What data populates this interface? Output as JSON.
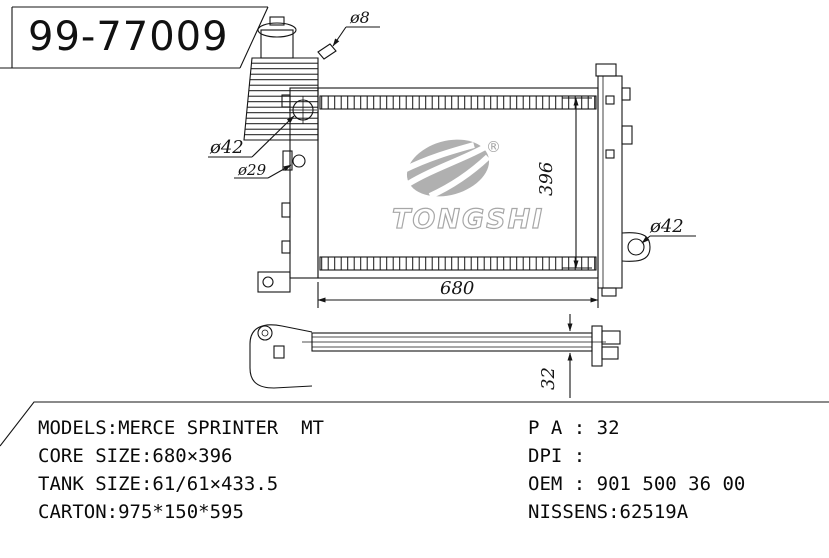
{
  "meta": {
    "ink_color": "#141414",
    "logo_gray": "#9e9e9e",
    "background": "#ffffff"
  },
  "title_block": {
    "part_number": "99-77009"
  },
  "logo": {
    "brand": "TONGSHI",
    "registered_mark": "®"
  },
  "drawing": {
    "dims": {
      "top_nipple": "ø8",
      "left_inlet": "ø42",
      "left_small": "ø29",
      "core_height": "396",
      "core_width": "680",
      "right_outlet": "ø42",
      "side_thickness": "32"
    }
  },
  "specs": {
    "left": [
      {
        "label": "MODELS:",
        "value": "MERCE SPRINTER  MT"
      },
      {
        "label": "CORE SIZE:",
        "value": "680×396"
      },
      {
        "label": "TANK SIZE:",
        "value": "61/61×433.5"
      },
      {
        "label": "CARTON:",
        "value": "975*150*595"
      }
    ],
    "right": [
      {
        "label": "P A : ",
        "value": "32"
      },
      {
        "label": "DPI : ",
        "value": ""
      },
      {
        "label": "OEM : ",
        "value": "901 500 36 00"
      },
      {
        "label": "NISSENS:",
        "value": "62519A"
      }
    ]
  }
}
